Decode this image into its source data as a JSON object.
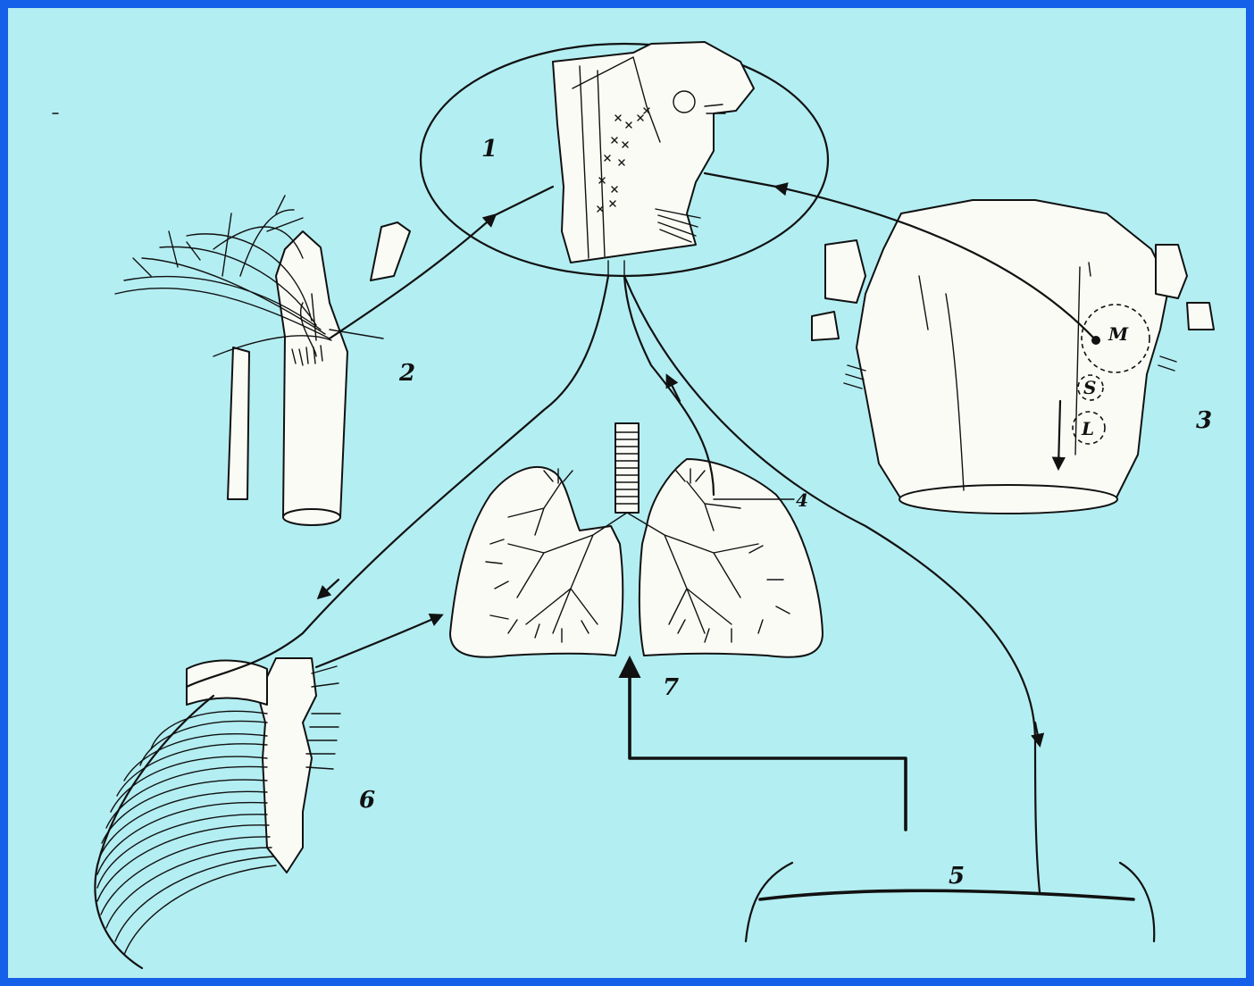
{
  "diagram": {
    "labels": {
      "brainstem": "1",
      "carotid_sinus": "2",
      "pons": "3",
      "lung_receptors": "4",
      "diaphragm": "5",
      "rib_cage": "6",
      "lungs": "7"
    },
    "pons_centers": {
      "m": "M",
      "s": "S",
      "l": "L"
    },
    "colors": {
      "frame": "#1560e8",
      "background": "#b3eef2",
      "ink": "#111111",
      "organ_fill": "#fbfbf6"
    }
  }
}
